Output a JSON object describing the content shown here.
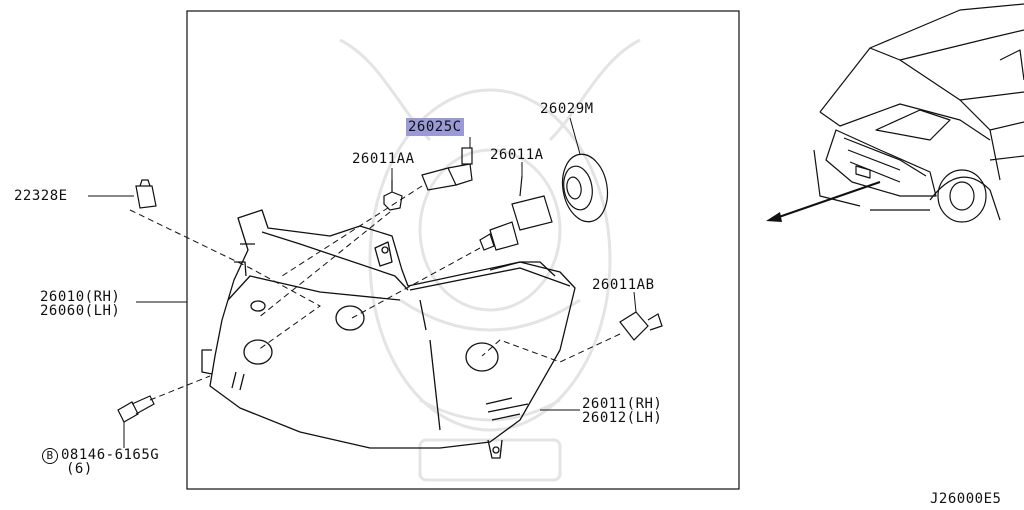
{
  "parts": {
    "p26025c": "26025C",
    "p26029m": "26029M",
    "p26011aa": "26011AA",
    "p26011a": "26011A",
    "p22328e": "22328E",
    "p26010": "26010(RH)",
    "p26060": "26060(LH)",
    "p26011ab": "26011AB",
    "p26011": "26011(RH)",
    "p26012": "26012(LH)",
    "bolt_symbol": "B",
    "bolt_number": "08146-6165G",
    "bolt_qty": "(6)"
  },
  "diagram_code": "J26000E5",
  "colors": {
    "highlight": "#9a9ad6",
    "line": "#111111",
    "watermark": "#e2e2e2"
  }
}
